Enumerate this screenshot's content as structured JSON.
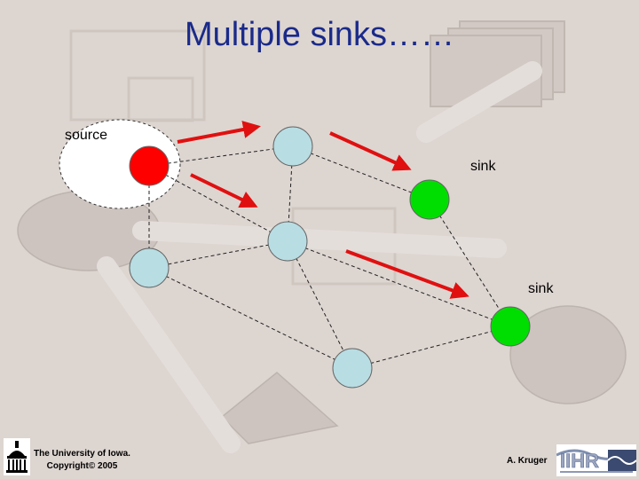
{
  "title": "Multiple sinks……",
  "labels": {
    "source": "source",
    "sink_1": "sink",
    "sink_2": "sink"
  },
  "footer": {
    "institution": "The University of Iowa.",
    "copyright": "Copyright© 2005",
    "author": "A. Kruger"
  },
  "colors": {
    "source_node": "#ff0000",
    "sink_node": "#00dd00",
    "relay_node": "#b8dde3",
    "arrow": "#e01010",
    "title": "#1a2a8a"
  },
  "logos": {
    "left": "university-building-icon",
    "right": "iihr-logo"
  }
}
